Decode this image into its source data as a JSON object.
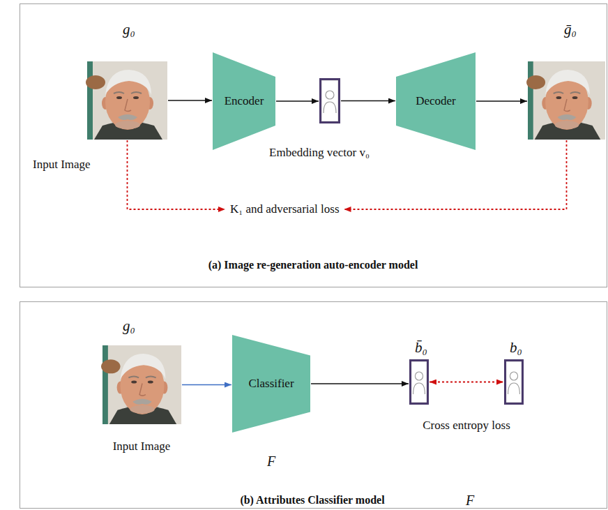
{
  "diagram": {
    "nodes": [
      {
        "text": [
          "(a) Image re-generation auto-encoder model"
        ]
      },
      {
        "text": [
          "g₀",
          "Input Image"
        ],
        "in": 0
      },
      {
        "text": [
          "Encoder"
        ],
        "in": 0
      },
      {
        "text": [
          "Embedding vector v₀"
        ],
        "in": 0
      },
      {
        "text": [
          "Decoder"
        ],
        "in": 0
      },
      {
        "text": [
          "ḡ₀"
        ],
        "in": 0
      },
      {
        "text": [
          "K₁ and adversarial loss"
        ],
        "in": 0
      },
      {
        "text": [
          "(b) Attributes Classifier model",
          "F"
        ]
      },
      {
        "text": [
          "g₀",
          "Input Image"
        ],
        "in": 7
      },
      {
        "text": [
          "Classifier",
          "F"
        ],
        "in": 7
      },
      {
        "text": [
          "b̄₀"
        ],
        "in": 7
      },
      {
        "text": [
          "b₀"
        ],
        "in": 7
      }
    ],
    "edges": [
      {
        "from": 1,
        "to": 2,
        "arrow": "to"
      },
      {
        "from": 2,
        "to": 3,
        "arrow": "to"
      },
      {
        "from": 3,
        "to": 4,
        "arrow": "to"
      },
      {
        "from": 4,
        "to": 5,
        "arrow": "to"
      },
      {
        "from": 1,
        "to": 6,
        "arrow": "to"
      },
      {
        "from": 5,
        "to": 6,
        "arrow": "to"
      },
      {
        "from": 8,
        "to": 9,
        "arrow": "to"
      },
      {
        "from": 9,
        "to": 10,
        "arrow": "to"
      },
      {
        "from": 10,
        "to": 11,
        "arrow": "both",
        "label": "Cross entropy loss"
      }
    ]
  }
}
